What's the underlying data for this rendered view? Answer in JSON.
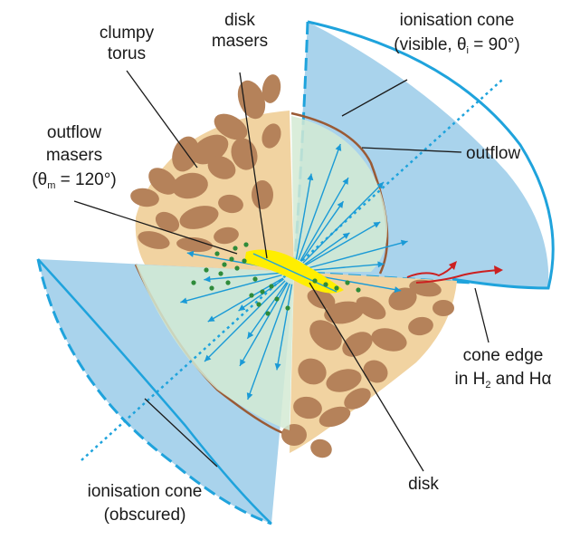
{
  "labels": {
    "clumpy_torus": [
      "clumpy",
      "torus"
    ],
    "disk_masers": [
      "disk",
      "masers"
    ],
    "cone_visible": {
      "line1": "ionisation cone",
      "line2_prefix": "(visible, θ",
      "line2_sub": "i",
      "line2_suffix": " = 90°)"
    },
    "outflow_masers": {
      "line1": "outflow",
      "line2": "masers",
      "line3_prefix": "(θ",
      "line3_sub": "m",
      "line3_suffix": " = 120°)"
    },
    "outflow": "outflow",
    "cone_edge": {
      "line1": "cone edge",
      "line2_prefix": "in H",
      "line2_sub": "2",
      "line2_suffix": " and Hα"
    },
    "disk": "disk",
    "cone_obscured": [
      "ionisation cone",
      "(obscured)"
    ]
  },
  "colors": {
    "cone_fill": "#a9d3ec",
    "cone_line": "#1fa3dc",
    "inner_cone": "#d4ead3",
    "torus_light": "#f1d3a1",
    "torus_clump": "#b5825a",
    "torus_rim": "#9a5a35",
    "disk": "#ffee00",
    "maser_dot": "#2e8b3a",
    "arrow": "#1a9ad6",
    "cone_edge_red": "#cc2020",
    "label_text": "#1a1a1a",
    "leader": "#1a1a1a"
  }
}
